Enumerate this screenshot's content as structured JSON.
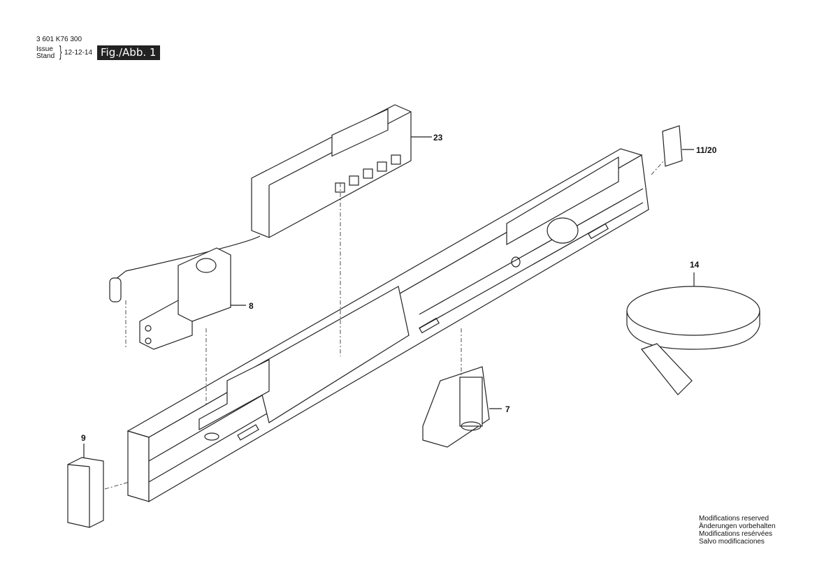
{
  "header": {
    "part_number": "3 601 K76 300",
    "issue_label": "Issue",
    "stand_label": "Stand",
    "date": "12-12-14",
    "figure": "Fig./Abb. 1"
  },
  "callouts": [
    "23",
    "11/20",
    "14",
    "8",
    "7",
    "9"
  ],
  "footer": {
    "lines": [
      "Modifications reserved",
      "Änderungen vorbehalten",
      "Modifications resérvées",
      "Salvo modificaciones"
    ]
  }
}
